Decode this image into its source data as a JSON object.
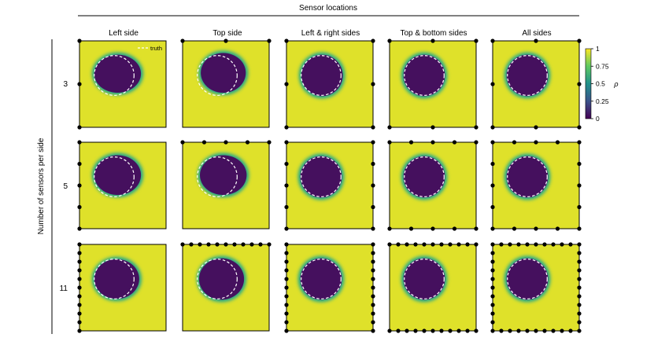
{
  "figure": {
    "top_title": "Sensor locations",
    "row_axis_label": "Number of sensors per side",
    "column_titles": [
      "Left side",
      "Top side",
      "Left & right sides",
      "Top & bottom sides",
      "All sides"
    ],
    "row_labels": [
      "3",
      "5",
      "11"
    ],
    "legend_label": "truth"
  },
  "colorbar": {
    "label": "ρ",
    "ticks": [
      "0",
      "0.25",
      "0.5",
      "0.75",
      "1"
    ],
    "tick_values": [
      0,
      0.25,
      0.5,
      0.75,
      1
    ],
    "colors": [
      "#440154",
      "#3b528b",
      "#21918c",
      "#5ec962",
      "#fde725"
    ]
  },
  "colors": {
    "background_field": "#dfe12a",
    "inclusion": "#45105e",
    "halo": "#26a889",
    "truth_line": "#ffffff",
    "sensor": "#000000"
  },
  "chart_data": {
    "type": "heatmap",
    "description_of_field": "reconstructed density rho on unit square; inclusion (rho≈0) inside yellow background (rho≈1)",
    "value_range": [
      0,
      1
    ],
    "truth_circle": {
      "cx": 0.4,
      "cy": 0.6,
      "r": 0.23
    },
    "columns": [
      "Left side",
      "Top side",
      "Left & right sides",
      "Top & bottom sides",
      "All sides"
    ],
    "rows": [
      3,
      5,
      11
    ],
    "sensor_sides": [
      [
        "left"
      ],
      [
        "top"
      ],
      [
        "left",
        "right"
      ],
      [
        "top",
        "bottom"
      ],
      [
        "left",
        "right",
        "top",
        "bottom"
      ]
    ],
    "reconstructions": [
      [
        {
          "cx": 0.44,
          "cy": 0.62,
          "rx": 0.27,
          "ry": 0.22
        },
        {
          "cx": 0.47,
          "cy": 0.63,
          "rx": 0.26,
          "ry": 0.23
        },
        {
          "cx": 0.41,
          "cy": 0.6,
          "rx": 0.24,
          "ry": 0.24
        },
        {
          "cx": 0.4,
          "cy": 0.6,
          "rx": 0.24,
          "ry": 0.24
        },
        {
          "cx": 0.4,
          "cy": 0.6,
          "rx": 0.24,
          "ry": 0.24
        }
      ],
      [
        {
          "cx": 0.44,
          "cy": 0.62,
          "rx": 0.27,
          "ry": 0.23
        },
        {
          "cx": 0.47,
          "cy": 0.62,
          "rx": 0.27,
          "ry": 0.23
        },
        {
          "cx": 0.4,
          "cy": 0.6,
          "rx": 0.24,
          "ry": 0.24
        },
        {
          "cx": 0.4,
          "cy": 0.6,
          "rx": 0.24,
          "ry": 0.24
        },
        {
          "cx": 0.4,
          "cy": 0.6,
          "rx": 0.24,
          "ry": 0.24
        }
      ],
      [
        {
          "cx": 0.43,
          "cy": 0.6,
          "rx": 0.26,
          "ry": 0.23
        },
        {
          "cx": 0.45,
          "cy": 0.6,
          "rx": 0.26,
          "ry": 0.24
        },
        {
          "cx": 0.4,
          "cy": 0.6,
          "rx": 0.24,
          "ry": 0.24
        },
        {
          "cx": 0.4,
          "cy": 0.6,
          "rx": 0.24,
          "ry": 0.24
        },
        {
          "cx": 0.4,
          "cy": 0.6,
          "rx": 0.24,
          "ry": 0.24
        }
      ]
    ]
  }
}
